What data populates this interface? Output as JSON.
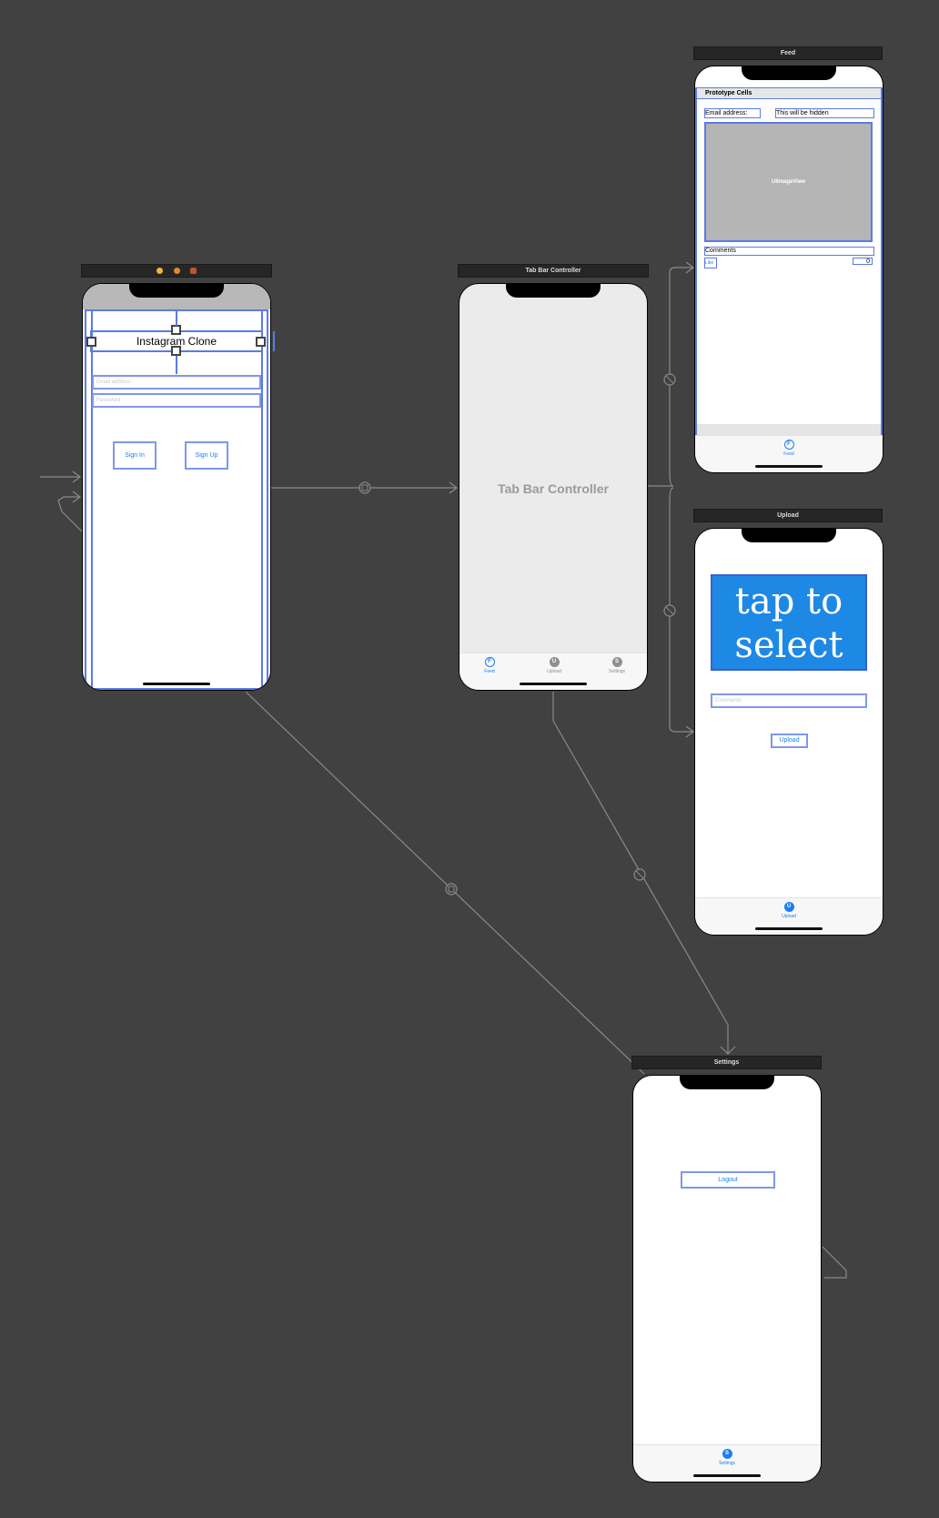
{
  "login_scene": {
    "title_label": "Instagram Clone",
    "email_placeholder": "Email address",
    "password_placeholder": "Password",
    "signin_label": "Sign In",
    "signup_label": "Sign Up"
  },
  "tabbar_scene": {
    "header": "Tab Bar Controller",
    "center_label": "Tab Bar Controller",
    "tabs": [
      {
        "label": "Feed",
        "glyph": "F"
      },
      {
        "label": "Upload",
        "glyph": "U"
      },
      {
        "label": "Settings",
        "glyph": "S"
      }
    ]
  },
  "feed_scene": {
    "header": "Feed",
    "prototype_cells": "Prototype Cells",
    "email_label": "Email address:",
    "hidden_label": "This will be hidden",
    "imageview_label": "UIImageView",
    "comments_label": "Comments",
    "like_label": "Like",
    "like_count": "0",
    "tab_label": "Feed",
    "tab_glyph": "F"
  },
  "upload_scene": {
    "header": "Upload",
    "image_text_line1": "tap to",
    "image_text_line2": "select",
    "comments_placeholder": "Comments",
    "upload_button": "Upload",
    "tab_label": "Upload",
    "tab_glyph": "U"
  },
  "settings_scene": {
    "header": "Settings",
    "logout_button": "Logout",
    "tab_label": "Settings",
    "tab_glyph": "S"
  },
  "colors": {
    "canvas": "#414141",
    "selection": "#5b7be6",
    "tint": "#1a7ff5",
    "image_bg": "#1e88e5"
  }
}
